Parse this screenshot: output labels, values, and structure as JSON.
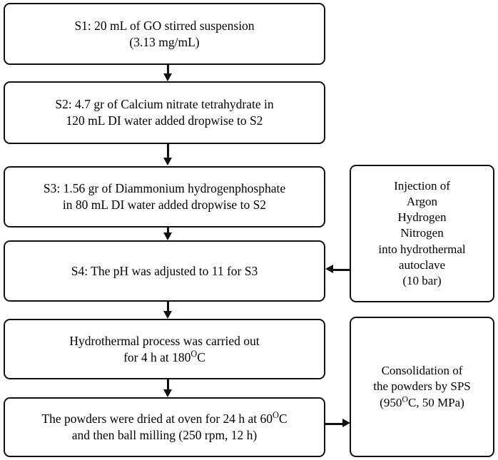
{
  "figure": {
    "type": "flowchart",
    "orientation": "vertical-with-side-inputs",
    "background_color": "#ffffff",
    "line_color": "#111111"
  },
  "nodes": {
    "s1": {
      "id": "S1",
      "line1": "S1: 20 mL of GO stirred suspension",
      "line2": "(3.13 mg/mL)"
    },
    "s2": {
      "id": "S2",
      "line1": "S2: 4.7 gr of Calcium nitrate tetrahydrate in",
      "line2": "120 mL DI water added dropwise to S2"
    },
    "s3": {
      "id": "S3",
      "line1": "S3: 1.56 gr of Diammonium hydrogenphosphate",
      "line2": "in 80 mL DI water added dropwise to S2"
    },
    "s4": {
      "id": "S4",
      "line1": "S4: The pH was adjusted to 11 for S3"
    },
    "hydrothermal": {
      "line1": "Hydrothermal process was carried out",
      "line2_pre": "for 4 h at 180",
      "line2_sup": "O",
      "line2_post": "C"
    },
    "drying": {
      "line1_pre": "The powders were dried at oven for 24 h at 60",
      "line1_sup": "O",
      "line1_post": "C",
      "line2": "and then ball milling (250 rpm, 12 h)"
    },
    "injection": {
      "line1": "Injection of",
      "line2": "Argon",
      "line3": "Hydrogen",
      "line4": "Nitrogen",
      "line5": "into hydrothermal",
      "line6": "autoclave",
      "line7": "(10 bar)"
    },
    "consolidation": {
      "line1": "Consolidation of",
      "line2": "the powders by SPS",
      "line3_pre": "(950",
      "line3_sup": "O",
      "line3_post": "C, 50 MPa)"
    }
  },
  "connectors": [
    {
      "name": "s1-to-s2",
      "direction": "down"
    },
    {
      "name": "s2-to-s3",
      "direction": "down"
    },
    {
      "name": "s3-to-s4",
      "direction": "down"
    },
    {
      "name": "s4-to-hydrothermal",
      "direction": "down"
    },
    {
      "name": "hydrothermal-to-drying",
      "direction": "down"
    },
    {
      "name": "injection-to-s4",
      "direction": "left"
    },
    {
      "name": "drying-to-consolidation",
      "direction": "right"
    }
  ]
}
